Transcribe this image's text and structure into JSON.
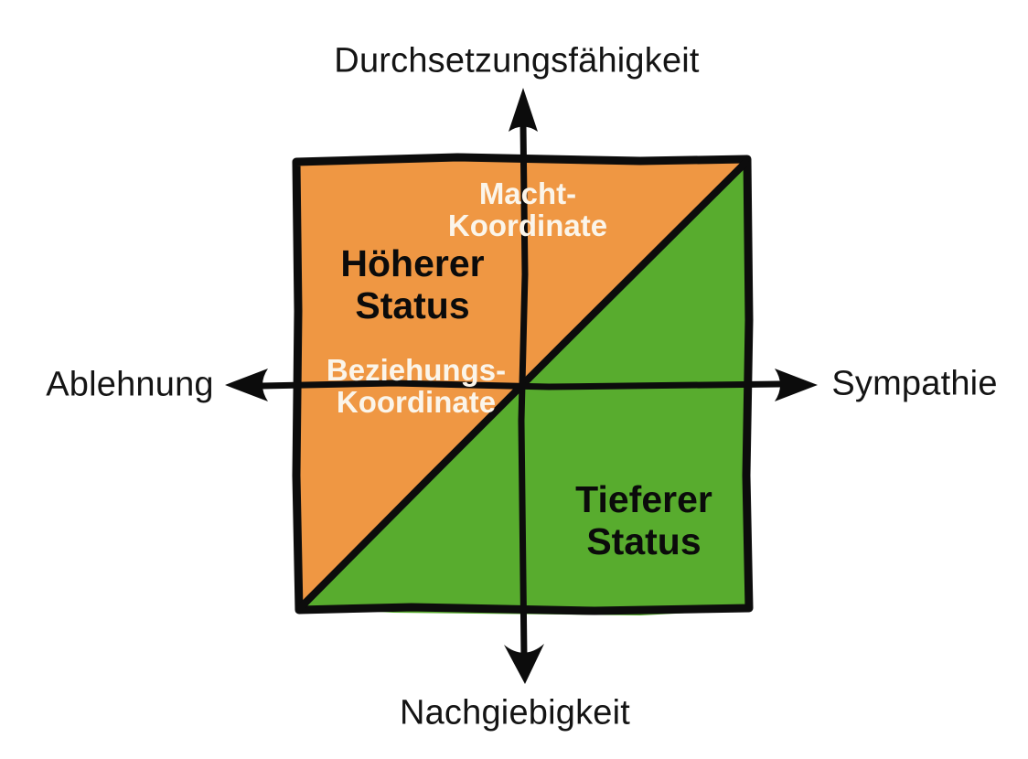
{
  "colors": {
    "bg": "#FFFFFF",
    "orange": "#EF9743",
    "green": "#58AC2E",
    "ink": "#0C0C0C",
    "cream": "#FBF5EA"
  },
  "axis_labels": {
    "top": "Durchsetzungsfähigkeit",
    "bottom": "Nachgiebigkeit",
    "left": "Ablehnung",
    "right": "Sympathie"
  },
  "quadrants": {
    "macht": {
      "line1": "Macht-",
      "line2": "Koordinate"
    },
    "hoeherer": {
      "line1": "Höherer",
      "line2": "Status"
    },
    "beziehungs": {
      "line1": "Beziehungs-",
      "line2": "Koordinate"
    },
    "tieferer": {
      "line1": "Tieferer",
      "line2": "Status"
    }
  }
}
